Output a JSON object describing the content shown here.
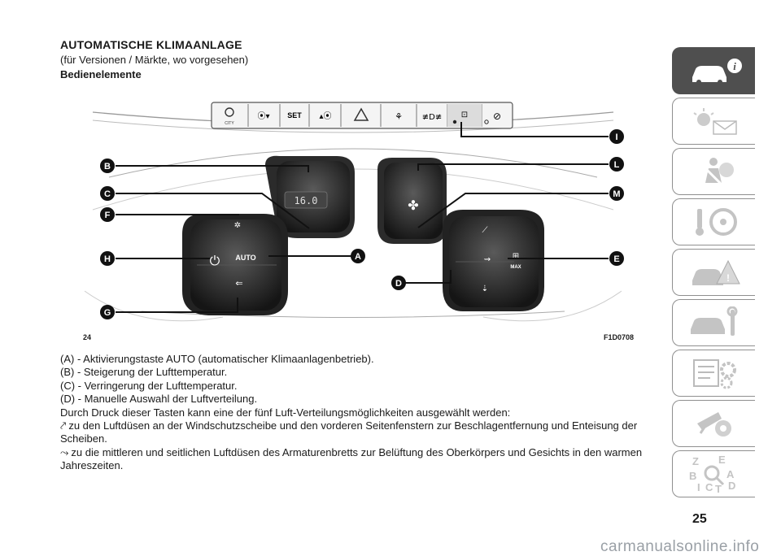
{
  "heading": {
    "title": "AUTOMATISCHE KLIMAANLAGE",
    "subtitle": "(für Versionen / Märkte, wo vorgesehen)",
    "section": "Bedienelemente"
  },
  "figure": {
    "page_ref": "24",
    "figure_id": "F1D0708",
    "display_value": "16.0",
    "auto_label": "AUTO",
    "max_label": "MAX",
    "city_label": "CITY",
    "set_label": "SET",
    "callouts": [
      "A",
      "B",
      "C",
      "D",
      "E",
      "F",
      "G",
      "H",
      "I",
      "L",
      "M"
    ]
  },
  "body": {
    "items": [
      "(A) - Aktivierungstaste AUTO (automatischer Klimaanlagenbetrieb).",
      "(B) - Steigerung der Lufttemperatur.",
      "(C) - Verringerung der Lufttemperatur.",
      "(D) - Manuelle Auswahl der Luftverteilung."
    ],
    "intro": "Durch Druck dieser Tasten kann eine der fünf Luft-Verteilungsmöglichkeiten ausgewählt werden:",
    "option1": "zu den Luftdüsen an der Windschutzscheibe und den vorderen Seitenfenstern zur Beschlagentfernung und Enteisung der Scheiben.",
    "option2": "zu die mittleren und seitlichen Luftdüsen des Armaturenbretts zur Belüftung des Oberkörpers und Gesichts in den warmen Jahreszeiten."
  },
  "page": {
    "number": "25",
    "watermark": "carmanualsonline.info"
  },
  "tabs": [
    "car-info-icon",
    "warning-lights-icon",
    "airbag-icon",
    "steering-wheel-icon",
    "emergency-icon",
    "maintenance-icon",
    "specifications-icon",
    "multimedia-icon",
    "index-icon"
  ]
}
